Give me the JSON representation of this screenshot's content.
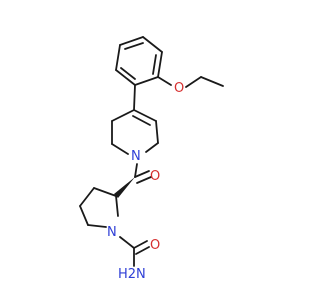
{
  "atoms": {
    "o_ether": "O",
    "n_ring": "N",
    "o_carbonyl": "O",
    "n_pyrrolidine": "N",
    "o_amide": "O",
    "n_amide": "H2N"
  },
  "colors": {
    "bond": "#1a1a1a",
    "nitrogen": "#2f3fd6",
    "oxygen": "#d62f2f",
    "background": "#ffffff"
  }
}
